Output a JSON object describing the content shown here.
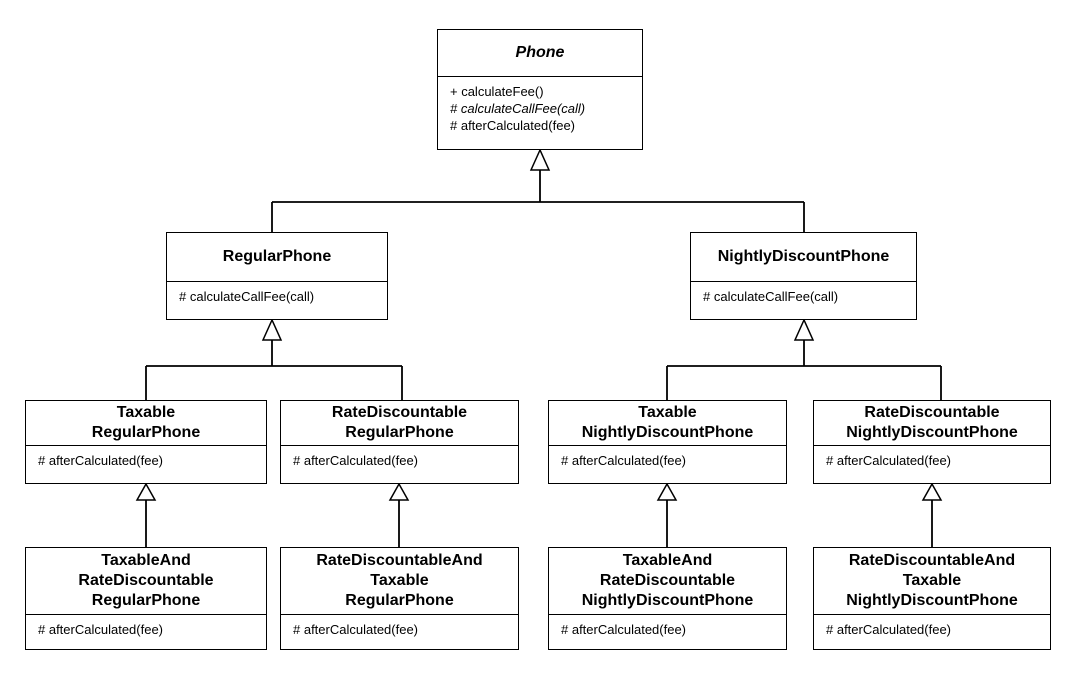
{
  "diagram": {
    "classes": {
      "phone": {
        "name_lines": [
          "Phone"
        ],
        "name_italic": true,
        "operations": [
          {
            "text": "+ calculateFee()",
            "italic": false
          },
          {
            "text": "# calculateCallFee(call)",
            "italic": true
          },
          {
            "text": "# afterCalculated(fee)",
            "italic": false
          }
        ]
      },
      "regular_phone": {
        "name_lines": [
          "RegularPhone"
        ],
        "operations": [
          {
            "text": "# calculateCallFee(call)"
          }
        ]
      },
      "nightly_discount_phone": {
        "name_lines": [
          "NightlyDiscountPhone"
        ],
        "operations": [
          {
            "text": "# calculateCallFee(call)"
          }
        ]
      },
      "taxable_regular_phone": {
        "name_lines": [
          "Taxable",
          "RegularPhone"
        ],
        "operations": [
          {
            "text": "# afterCalculated(fee)"
          }
        ]
      },
      "rate_discountable_regular_phone": {
        "name_lines": [
          "RateDiscountable",
          "RegularPhone"
        ],
        "operations": [
          {
            "text": "# afterCalculated(fee)"
          }
        ]
      },
      "taxable_nightly_discount_phone": {
        "name_lines": [
          "Taxable",
          "NightlyDiscountPhone"
        ],
        "operations": [
          {
            "text": "# afterCalculated(fee)"
          }
        ]
      },
      "rate_discountable_nightly_discount_phone": {
        "name_lines": [
          "RateDiscountable",
          "NightlyDiscountPhone"
        ],
        "operations": [
          {
            "text": "# afterCalculated(fee)"
          }
        ]
      },
      "taxable_and_rate_discountable_regular_phone": {
        "name_lines": [
          "TaxableAnd",
          "RateDiscountable",
          "RegularPhone"
        ],
        "operations": [
          {
            "text": "# afterCalculated(fee)"
          }
        ]
      },
      "rate_discountable_and_taxable_regular_phone": {
        "name_lines": [
          "RateDiscountableAnd",
          "Taxable",
          "RegularPhone"
        ],
        "operations": [
          {
            "text": "# afterCalculated(fee)"
          }
        ]
      },
      "taxable_and_rate_discountable_nightly_discount_phone": {
        "name_lines": [
          "TaxableAnd",
          "RateDiscountable",
          "NightlyDiscountPhone"
        ],
        "operations": [
          {
            "text": "# afterCalculated(fee)"
          }
        ]
      },
      "rate_discountable_and_taxable_nightly_discount_phone": {
        "name_lines": [
          "RateDiscountableAnd",
          "Taxable",
          "NightlyDiscountPhone"
        ],
        "operations": [
          {
            "text": "# afterCalculated(fee)"
          }
        ]
      }
    }
  },
  "caption": {
    "text": ""
  }
}
